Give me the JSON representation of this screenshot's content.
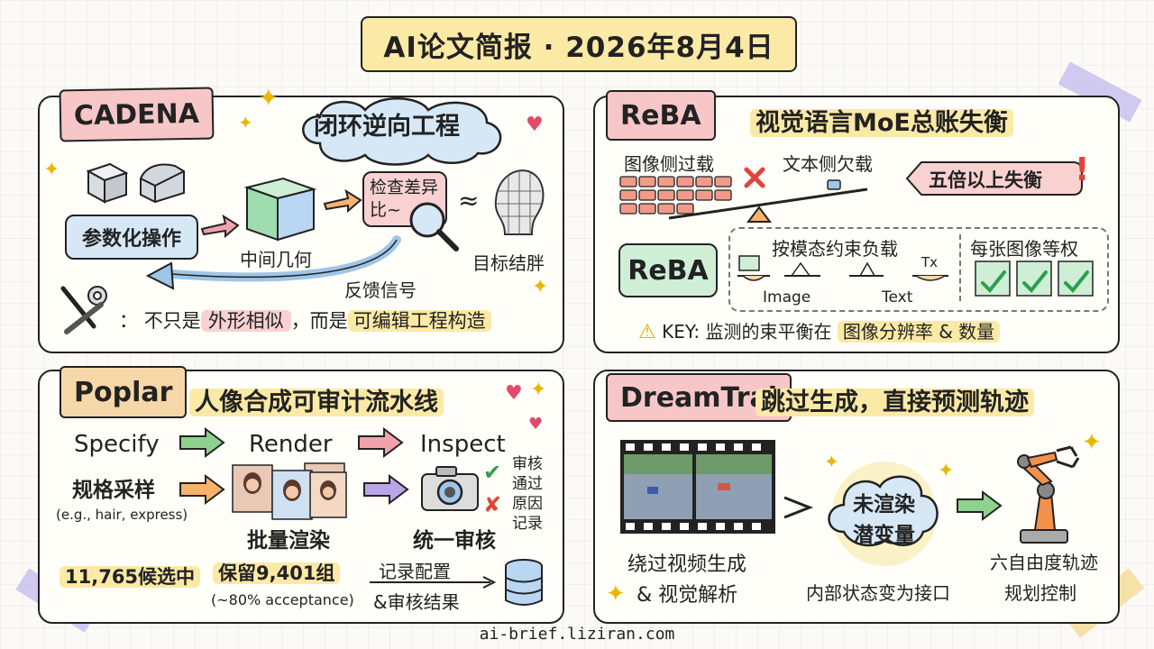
{
  "title": "AI论文简报 · 2026年8月4日",
  "footer": "ai-brief.liziran.com",
  "cadena": {
    "tag": "CADENA",
    "subtitle": "闭环逆向工程",
    "param_op": "参数化操作",
    "intermediate": "中间几何",
    "check_diff": "检查差异比~",
    "target": "目标结胖",
    "approx": "≈",
    "feedback": "反馈信号",
    "summary_colon": "：",
    "summary_a": "不只是",
    "summary_b": "外形相似",
    "summary_c": "，而是",
    "summary_d": "可编辑工程构造",
    "icon": "tools-icon"
  },
  "reba": {
    "tag": "ReBA",
    "subtitle": "视觉语言MoE总账失衡",
    "image_overload": "图像侧过载",
    "text_underload": "文本侧欠载",
    "imbalance": "五倍以上失衡",
    "exclaim": "!",
    "box_label": "ReBA",
    "modality": "按模态约束负载",
    "image_label": "Image",
    "text_label": "Text",
    "tx": "Tx",
    "equal_weight": "每张图像等权",
    "key_prefix": "KEY: 监测的束平衡在",
    "key_highlight": "图像分辨率 & 数量"
  },
  "poplar": {
    "tag": "Poplar",
    "subtitle": "人像合成可审计流水线",
    "specify": "Specify",
    "render": "Render",
    "inspect": "Inspect",
    "spec_sample": "规格采样",
    "spec_eg": "(e.g., hair, express)",
    "batch_render": "批量渲染",
    "unified_review": "统一审核",
    "review_lines": [
      "审核",
      "通过",
      "原因",
      "记录"
    ],
    "candidates": "11,765候选中",
    "kept": "保留9,401组",
    "acceptance": "(~80% acceptance)",
    "log_config": "记录配置",
    "log_results": "&审核结果"
  },
  "dreamtraj": {
    "tag": "DreamTraj",
    "subtitle": "跳过生成，直接预测轨迹",
    "bypass_a": "绕过视频生成",
    "bypass_b": "& 视觉解析",
    "latent_a": "未渲染",
    "latent_b": "潜变量",
    "internal_state": "内部状态变为接口",
    "dof_a": "六自由度轨迹",
    "dof_b": "规划控制"
  },
  "colors": {
    "pink": "#f7c6c7",
    "tan": "#f6d7a7",
    "yellow": "#fbe9a6",
    "blue": "#d6e8f6",
    "green_arrow": "#8fd18f",
    "pink_arrow": "#f2a2ad",
    "orange_arrow": "#f5b36b",
    "purple_arrow": "#b9a6e6",
    "red": "#e0453b"
  }
}
